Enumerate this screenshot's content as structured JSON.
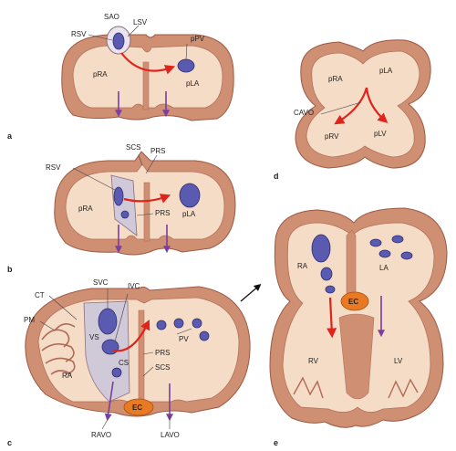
{
  "panels": {
    "a": {
      "letter": "a",
      "labels": {
        "sao": "SAO",
        "rsv": "RSV",
        "lsv": "LSV",
        "ppv": "pPV",
        "pra": "pRA",
        "pla": "pLA"
      }
    },
    "b": {
      "letter": "b",
      "labels": {
        "scs": "SCS",
        "prs_top": "PRS",
        "rsv": "RSV",
        "pra": "pRA",
        "prs": "PRS",
        "pla": "pLA"
      }
    },
    "c": {
      "letter": "c",
      "labels": {
        "svc": "SVC",
        "ivc": "IVC",
        "ct": "CT",
        "pm": "PM",
        "vs": "VS",
        "pv": "PV",
        "ra": "RA",
        "cs": "CS",
        "prs": "PRS",
        "scs": "SCS",
        "ec": "EC",
        "ravo": "RAVO",
        "lavo": "LAVO"
      }
    },
    "d": {
      "letter": "d",
      "labels": {
        "pra": "pRA",
        "pla": "pLA",
        "cavo": "CAVO",
        "prv": "pRV",
        "plv": "pLV"
      }
    },
    "e": {
      "letter": "e",
      "labels": {
        "ra": "RA",
        "la": "LA",
        "ec": "EC",
        "rv": "RV",
        "lv": "LV"
      }
    }
  },
  "colors": {
    "wall": "#cf8f72",
    "inner": "#f5dcc7",
    "vein": "#5a5ab0",
    "blood_red": "#e0241c",
    "blood_purple": "#7a3fa0",
    "ec": "#e97a24"
  }
}
